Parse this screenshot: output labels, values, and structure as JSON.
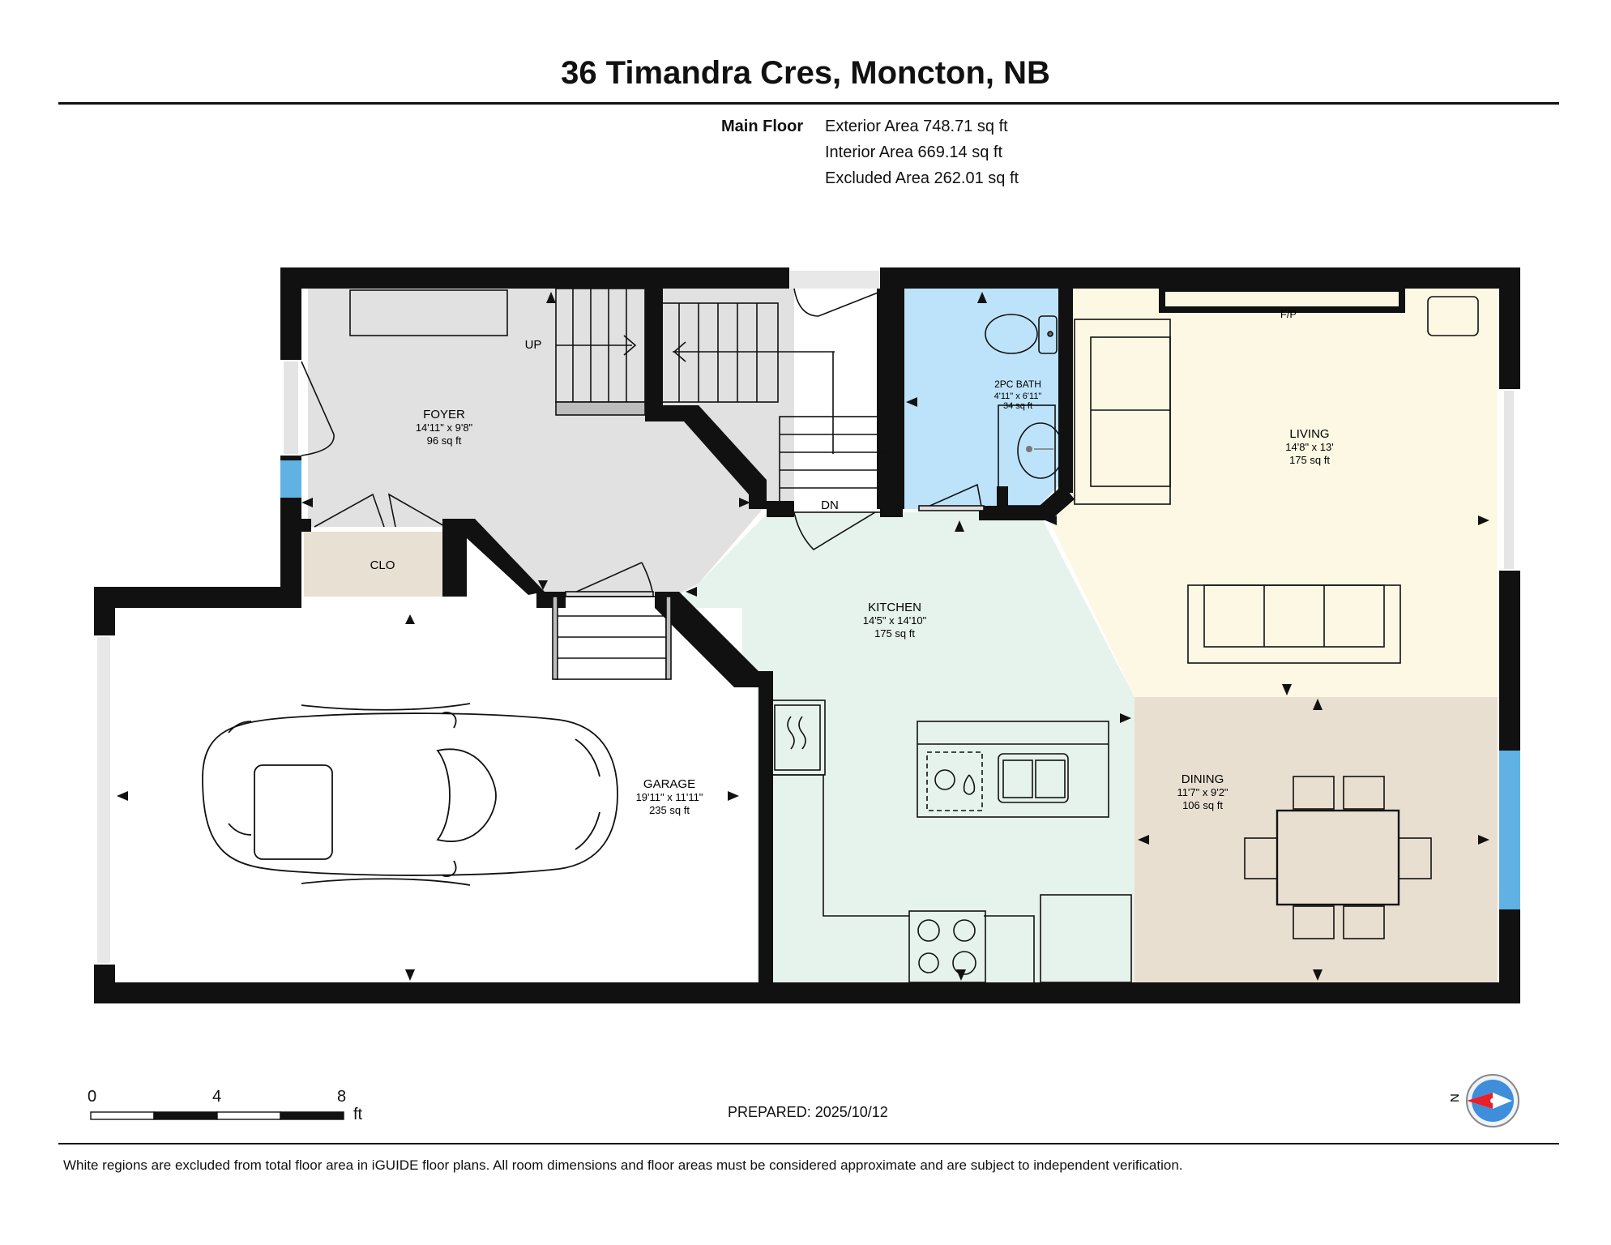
{
  "title": "36 Timandra Cres, Moncton, NB",
  "floor": {
    "name": "Main Floor",
    "exterior_area": "Exterior Area 748.71 sq ft",
    "interior_area": "Interior Area 669.14 sq ft",
    "excluded_area": "Excluded Area 262.01 sq ft"
  },
  "rooms": {
    "foyer": {
      "name": "FOYER",
      "dims": "14'11\" x 9'8\"",
      "area": "96 sq ft"
    },
    "bath": {
      "name": "2PC BATH",
      "dims": "4'11\" x 6'11\"",
      "area": "34 sq ft"
    },
    "living": {
      "name": "LIVING",
      "dims": "14'8\" x 13'",
      "area": "175 sq ft"
    },
    "kitchen": {
      "name": "KITCHEN",
      "dims": "14'5\" x 14'10\"",
      "area": "175 sq ft"
    },
    "garage": {
      "name": "GARAGE",
      "dims": "19'11\" x 11'11\"",
      "area": "235 sq ft"
    },
    "dining": {
      "name": "DINING",
      "dims": "11'7\" x 9'2\"",
      "area": "106 sq ft"
    },
    "closet": {
      "name": "CLO"
    }
  },
  "labels": {
    "up": "UP",
    "down": "DN",
    "fireplace": "F/P",
    "north": "N"
  },
  "scale": {
    "zero": "0",
    "four": "4",
    "eight": "8",
    "unit": "ft"
  },
  "prepared": "PREPARED: 2025/10/12",
  "disclaimer": "White regions are excluded from total floor area in iGUIDE floor plans. All room dimensions and floor areas must be considered approximate and are subject to independent verification.",
  "colors": {
    "wall": "#111111",
    "foyer": "#e1e1e1",
    "bath": "#bde3fa",
    "living": "#fdf8e4",
    "kitchen": "#e6f3ec",
    "dining": "#e9dfd0",
    "closet": "#e8e0d3",
    "window": "#5fb2e3",
    "compass_pointer": "#e8202a"
  }
}
